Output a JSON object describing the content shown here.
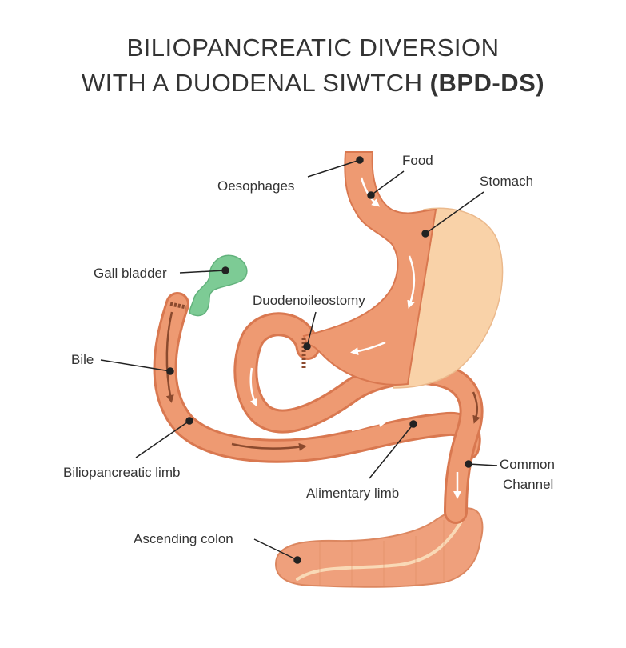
{
  "title": {
    "line1": "BILIOPANCREATIC DIVERSION",
    "line2_prefix": "WITH A DUODENAL SIWTCH ",
    "line2_bold": "(BPD-DS)"
  },
  "labels": {
    "oesophages": "Oesophages",
    "food": "Food",
    "stomach": "Stomach",
    "gall_bladder": "Gall bladder",
    "duodenoileostomy": "Duodenoileostomy",
    "bile": "Bile",
    "biliopancreatic_limb": "Biliopancreatic limb",
    "alimentary_limb": "Alimentary limb",
    "common_channel_line1": "Common",
    "common_channel_line2": "Channel",
    "ascending_colon": "Ascending colon"
  },
  "colors": {
    "organ": "#EE9A72",
    "organ_dark": "#D97850",
    "removed_stomach": "#F9D2A8",
    "gall_bladder": "#7DCB95",
    "arrow_white": "#FFFFFF",
    "arrow_brown": "#8B4A2E",
    "text": "#333333"
  }
}
